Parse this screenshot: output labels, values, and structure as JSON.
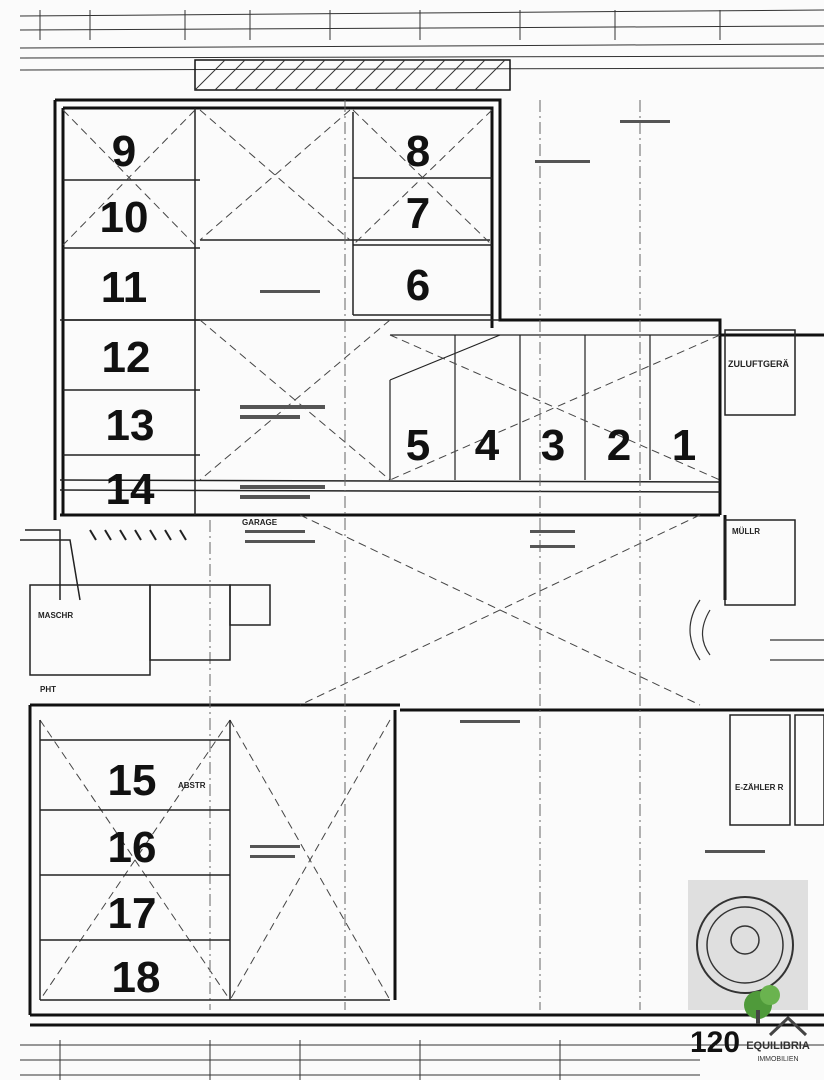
{
  "parking_spots": {
    "left_upper": [
      "9",
      "10",
      "11",
      "12",
      "13",
      "14"
    ],
    "right_upper": [
      "8",
      "7",
      "6"
    ],
    "row_mid": [
      "5",
      "4",
      "3",
      "2",
      "1"
    ],
    "left_lower": [
      "15",
      "16",
      "17",
      "18"
    ]
  },
  "labels": {
    "zuluft": "ZULUFTGERÄ",
    "garage": "GARAGE",
    "muell": "MÜLLR",
    "masch": "MASCHR",
    "abstr": "ABSTR",
    "pht": "PHT",
    "zaehler": "E-ZÄHLER R"
  },
  "footer": {
    "page_number": "120"
  },
  "logo": {
    "name": "EQUILIBRIA",
    "sub": "IMMOBILIEN"
  },
  "colors": {
    "line": "#1a1a1a",
    "dim_line": "#555555",
    "logo_green": "#4f9a3a",
    "logo_dark": "#444444"
  }
}
